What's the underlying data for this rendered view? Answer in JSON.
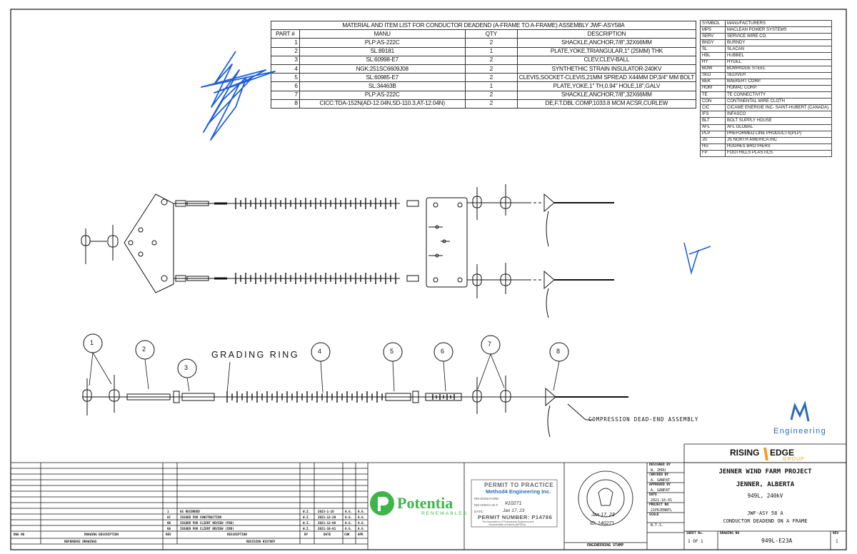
{
  "material_table": {
    "title": "MATERIAL AND ITEM LIST FOR CONDUCTOR DEADEND (A-FRAME TO A-FRAME) ASSEMBLY JWF-ASY58A",
    "headers": [
      "PART #",
      "MANU",
      "QTY",
      "DESCRIPTION"
    ],
    "rows": [
      {
        "part": "1",
        "manu": "PLP:AS-222C",
        "qty": "2",
        "desc": "SHACKLE,ANCHOR,7/8\",32X66MM"
      },
      {
        "part": "2",
        "manu": "SL:89181",
        "qty": "1",
        "desc": "PLATE,YOKE,TRIANGULAR,1\" (25MM) THK"
      },
      {
        "part": "3",
        "manu": "SL:60998-E7",
        "qty": "2",
        "desc": "CLEV,CLEV-BALL"
      },
      {
        "part": "4",
        "manu": "NGK:251SC6609J08",
        "qty": "2",
        "desc": "SYNTHETHIC STRAIN INSULATOR-240KV"
      },
      {
        "part": "5",
        "manu": "SL:60985-E7",
        "qty": "2",
        "desc": "CLEVIS,SOCKET-CLEVIS,21MM SPREAD X44MM DP,3/4\" MM BOLT"
      },
      {
        "part": "6",
        "manu": "SL:34463B",
        "qty": "1",
        "desc": "PLATE,YOKE,1\" TH,0.94\" HOLE,18\",GALV"
      },
      {
        "part": "7",
        "manu": "PLP:AS-222C",
        "qty": "2",
        "desc": "SHACKLE,ANCHOR,7/8\",32X66MM"
      },
      {
        "part": "8",
        "manu": "CICC:TDA-152N(AD-12.04N,SD-110.3,AT-12.04N)",
        "qty": "2",
        "desc": "DE,F.T.DBL COMP,1033.8 MCM ACSR,CURLEW"
      }
    ]
  },
  "manufacturers": [
    [
      "SYMBOL",
      "MANUFACTURERS"
    ],
    [
      "MPS",
      "MACLEAN POWER SYSTEMS"
    ],
    [
      "SERV",
      "SERVICE WIRE CO."
    ],
    [
      "BNDY",
      "BURNDY"
    ],
    [
      "SL",
      "SLACAN"
    ],
    [
      "HBL",
      "HUBBEL"
    ],
    [
      "HY",
      "HYDEL"
    ],
    [
      "BOW",
      "BOWRIDGE STEEL"
    ],
    [
      "SED",
      "SEDIVER"
    ],
    [
      "BEK",
      "BAEKERT CORP."
    ],
    [
      "HOM",
      "HOMAC CORP."
    ],
    [
      "TE",
      "TE CONNECTIVITY"
    ],
    [
      "CON",
      "CONTINENTAL WIRE CLOTH"
    ],
    [
      "CIC",
      "CICAME ENERGIE INC- SAINT-HUBERT (CANADA)"
    ],
    [
      "IFS",
      "INFASCO"
    ],
    [
      "BLT",
      "BOLT SUPPLY HOUSE"
    ],
    [
      "AFL",
      "AFL GLOBAL"
    ],
    [
      "PLP",
      "PREFORMED LINE PRODUCTS(PLP)"
    ],
    [
      "JS",
      "JS NORTH AMERICA INC"
    ],
    [
      "HG",
      "HUGHES BROTHERS"
    ],
    [
      "FP",
      "FOOTHILLS PLASTICS"
    ]
  ],
  "callouts": [
    "1",
    "2",
    "3",
    "4",
    "5",
    "6",
    "7",
    "8"
  ],
  "labels": {
    "grading_ring": "GRADING RING",
    "compression": "COMPRESSION DEAD-END ASSEMBLY",
    "m4_brand": "Engineering"
  },
  "revisions": {
    "rows": [
      {
        "rev": "1",
        "desc": "AS RECORDED",
        "by": "W.Z.",
        "date": "2023-1-16",
        "chk": "A.G.",
        "apr": "A.G."
      },
      {
        "rev": "0C",
        "desc": "ISSUED FOR CONSTRUCTION",
        "by": "W.Z.",
        "date": "2021-12-20",
        "chk": "A.G.",
        "apr": "A.G."
      },
      {
        "rev": "0B",
        "desc": "ISSUED FOR CLIENT REVIEW (FBD)",
        "by": "W.Z.",
        "date": "2021-12-06",
        "chk": "A.G.",
        "apr": "A.G."
      },
      {
        "rev": "0A",
        "desc": "ISSUED FOR CLIENT REVIEW (IBD)",
        "by": "W.Z.",
        "date": "2021-10-01",
        "chk": "A.G.",
        "apr": "A.G."
      }
    ],
    "headers": {
      "dwg": "DWG NO",
      "drawing_desc": "DRAWING DESCRIPTION",
      "rev": "REV",
      "desc": "DESCRIPTION",
      "by": "BY",
      "date": "DATE",
      "chk": "CHK",
      "apr": "APR"
    },
    "footer_left": "REFERENCE DRAWINGS",
    "footer_right": "REVISION HISTORY"
  },
  "potentia": {
    "name": "Potentia",
    "sub": "RENEWABLES"
  },
  "permit": {
    "title": "PERMIT TO PRACTICE",
    "company": "Method4 Engineering Inc.",
    "rm_sig": "RM SIGNATURE:",
    "rm_id": "RM APEGA ID #:",
    "date": "DATE:",
    "number": "PERMIT NUMBER: P14786",
    "assoc1": "The Association of Professional Engineers and",
    "assoc2": "Geoscientists of Alberta (APEGA)",
    "hand_id": "#10271",
    "hand_date": "Jan 17, 23"
  },
  "stamp": {
    "label": "ENGINEERING STAMP",
    "hand_date": "Jan 17, 23",
    "hand_id": "ID: 140271"
  },
  "title_block": {
    "designed_by_lbl": "DESIGNED BY",
    "designed_by": "W. ZHOU",
    "checked_by_lbl": "CHECKED BY",
    "checked_by": "A. GANPAT",
    "approved_by_lbl": "APPROVED BY",
    "approved_by": "A. GANPAT",
    "date_lbl": "DATE",
    "date": "2021-10-01",
    "project_no_lbl": "PROJECT NO",
    "project_no": "21PRJENNTL",
    "scale_lbl": "SCALE",
    "scale": "N.T.S.",
    "company": "RISING",
    "company2": "EDGE",
    "company_sub": "GROUP",
    "project": "JENNER WIND FARM PROJECT",
    "location": "JENNER, ALBERTA",
    "line": "949L, 240kV",
    "drawing_title1": "JWF-ASY 58 A",
    "drawing_title2": "CONDUCTOR DEADEND ON A FRAME",
    "sheet_lbl": "SHEET No.",
    "sheet": "1 OF 1",
    "drawing_no_lbl": "DRAWING NO",
    "drawing_no": "949L-E23A",
    "rev_lbl": "REV",
    "rev": "1"
  },
  "colors": {
    "ink": "#111111",
    "pen": "#1f5fd6",
    "potentia_green": "#3db54a",
    "m4_blue": "#2a6bb8",
    "rising_orange": "#f0a030"
  }
}
